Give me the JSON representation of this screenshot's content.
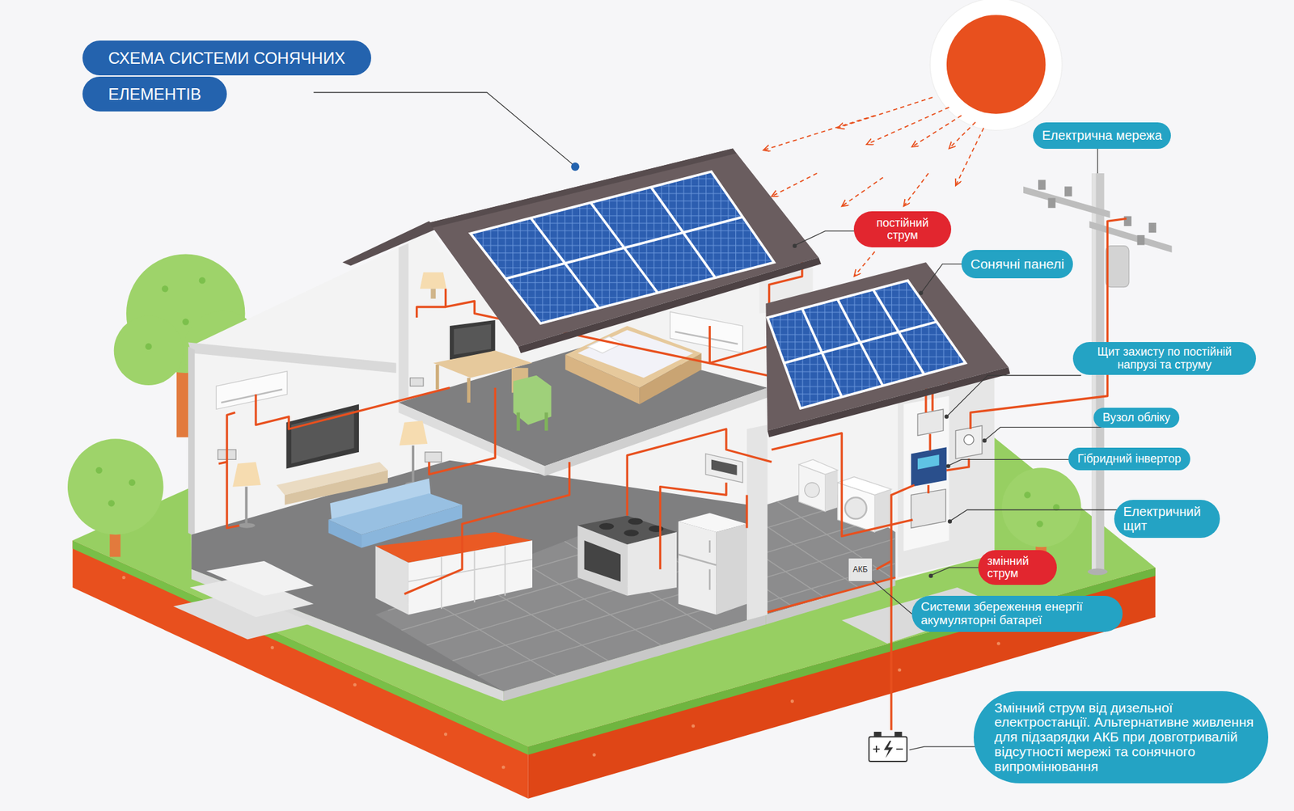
{
  "diagram": {
    "title": "СХЕМА СИСТЕМИ СОНЯЧНИХ ЕЛЕМЕНТІВ",
    "nodes": [
      {
        "text": [
          "Електрична мережа"
        ]
      },
      {
        "text": [
          "постійний струм"
        ]
      },
      {
        "text": [
          "Сонячні панелі"
        ]
      },
      {
        "text": [
          "Щит захисту по постійній напрузі та струму"
        ]
      },
      {
        "text": [
          "Вузол обліку"
        ]
      },
      {
        "text": [
          "Гібридний інвертор"
        ]
      },
      {
        "text": [
          "Електричний щит"
        ]
      },
      {
        "text": [
          "змінний струм"
        ]
      },
      {
        "text": [
          "АКБ"
        ]
      },
      {
        "text": [
          "Системи збереження енергії акумуляторні батареї"
        ]
      },
      {
        "text": [
          "Змінний струм від дизельної електростанції. Альтернативне живлення для підзарядки АКБ при довготривалій відсутності мережі та сонячного випромінювання"
        ]
      }
    ],
    "edges": [
      {
        "from": 8,
        "to": 9,
        "arrow": "none"
      }
    ]
  }
}
